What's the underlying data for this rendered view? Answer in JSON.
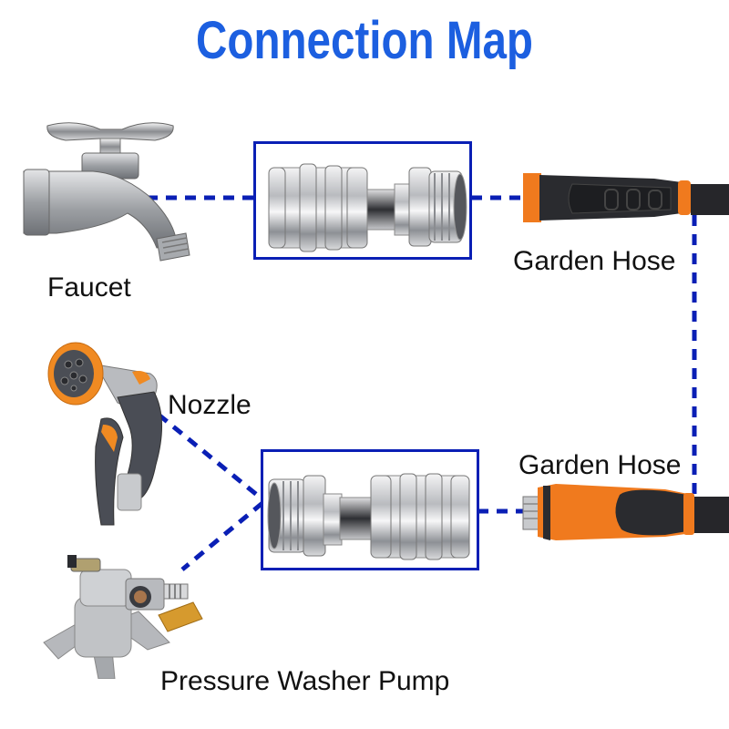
{
  "title": "Connection Map",
  "colors": {
    "title": "#1c5fe0",
    "connector_line": "#0a1fb5",
    "box_border": "#0a1fb5",
    "hose_orange": "#f07a1e",
    "hose_black": "#26262a",
    "metal": "#c9cbce"
  },
  "labels": {
    "faucet": "Faucet",
    "garden_hose_top": "Garden Hose",
    "nozzle": "Nozzle",
    "garden_hose_bottom": "Garden Hose",
    "pressure_washer_pump": "Pressure Washer Pump"
  },
  "components": [
    {
      "id": "faucet",
      "icon": "faucet-icon"
    },
    {
      "id": "quick-connect-top",
      "icon": "quick-connect-adapter-icon",
      "orientation": "female-left, male-right"
    },
    {
      "id": "garden-hose-top",
      "icon": "garden-hose-end-icon"
    },
    {
      "id": "nozzle",
      "icon": "spray-nozzle-icon"
    },
    {
      "id": "quick-connect-bottom",
      "icon": "quick-connect-adapter-icon",
      "orientation": "male-left, female-right"
    },
    {
      "id": "garden-hose-bottom",
      "icon": "garden-hose-end-icon"
    },
    {
      "id": "pressure-washer-pump",
      "icon": "pressure-washer-pump-icon"
    }
  ],
  "connections": [
    {
      "from": "faucet",
      "to": "quick-connect-top"
    },
    {
      "from": "quick-connect-top",
      "to": "garden-hose-top"
    },
    {
      "from": "garden-hose-top",
      "to": "garden-hose-bottom"
    },
    {
      "from": "garden-hose-bottom",
      "to": "quick-connect-bottom"
    },
    {
      "from": "quick-connect-bottom",
      "to": "nozzle"
    },
    {
      "from": "quick-connect-bottom",
      "to": "pressure-washer-pump"
    }
  ]
}
